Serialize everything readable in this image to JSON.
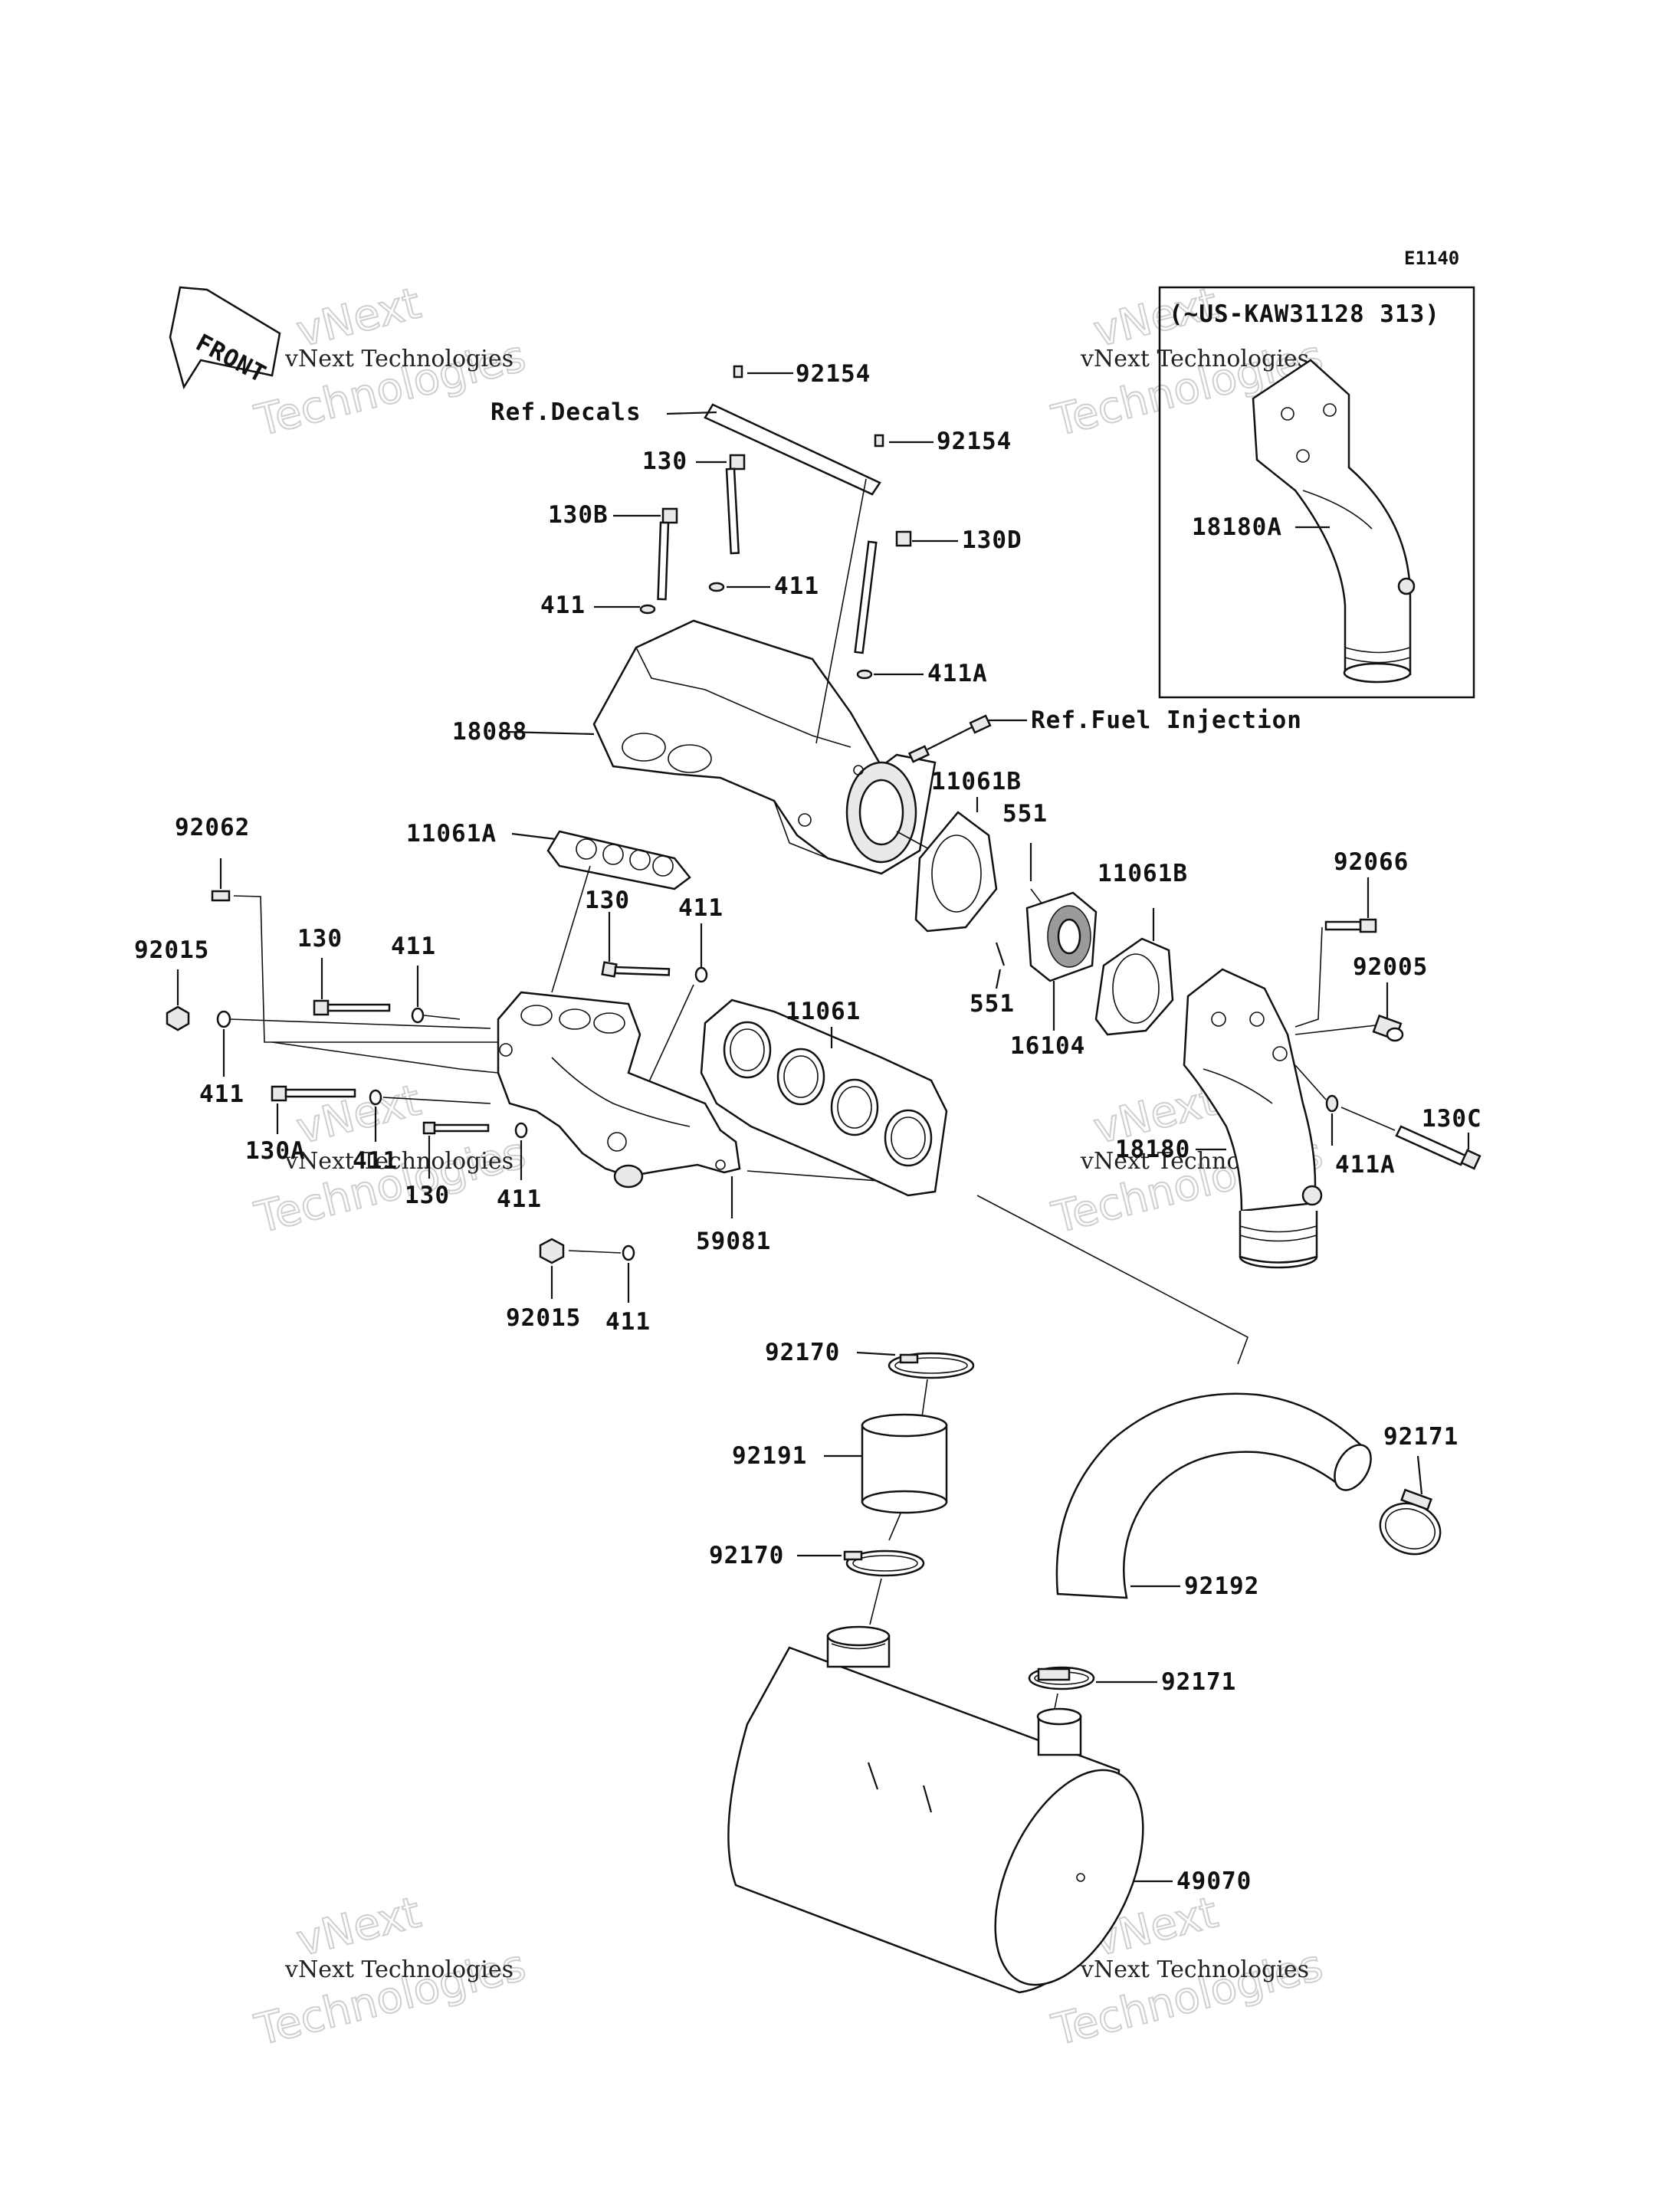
{
  "diagram_code": "E1140",
  "variant_note": "(~US-KAW31128 313)",
  "front_arrow_label": "FRONT",
  "watermark": {
    "line1": "vNext",
    "line2": "vNext Technologies",
    "line3": "Technologies"
  },
  "labels": {
    "p92154a": "92154",
    "ref_decals": "Ref.Decals",
    "p92154b": "92154",
    "p130_top": "130",
    "p130B": "130B",
    "p130D": "130D",
    "p411_a": "411",
    "p411_b": "411",
    "p411A_top": "411A",
    "p18088": "18088",
    "ref_fuel": "Ref.Fuel Injection",
    "p11061B_a": "11061B",
    "p551_a": "551",
    "p11061A": "11061A",
    "p11061B_b": "11061B",
    "p92066": "92066",
    "p92062": "92062",
    "p130_mid": "130",
    "p411_c": "411",
    "p92005": "92005",
    "p92015_a": "92015",
    "p130_left": "130",
    "p411_d": "411",
    "p11061": "11061",
    "p551_b": "551",
    "p16104": "16104",
    "p411_e": "411",
    "p130C": "130C",
    "p130A": "130A",
    "p411_f": "411",
    "p130_low": "130",
    "p411_g": "411",
    "p18180": "18180",
    "p411A_low": "411A",
    "p59081": "59081",
    "p92015_b": "92015",
    "p411_h": "411",
    "p92170_a": "92170",
    "p92191": "92191",
    "p92171_a": "92171",
    "p92170_b": "92170",
    "p92192": "92192",
    "p92171_b": "92171",
    "p49070": "49070",
    "p18180A": "18180A"
  }
}
